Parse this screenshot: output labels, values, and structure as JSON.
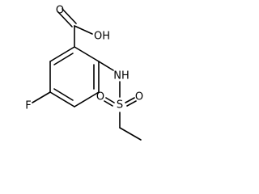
{
  "molecule": {
    "atoms": {
      "hydroxyl": "OH",
      "carbonyl_oxygen": "O",
      "amine": "NH",
      "sulfur": "S",
      "sulfonyl_oxygen_left": "O",
      "sulfonyl_oxygen_right": "O",
      "fluorine": "F"
    }
  },
  "colors": {
    "bond": "#000000",
    "background": "#ffffff"
  }
}
